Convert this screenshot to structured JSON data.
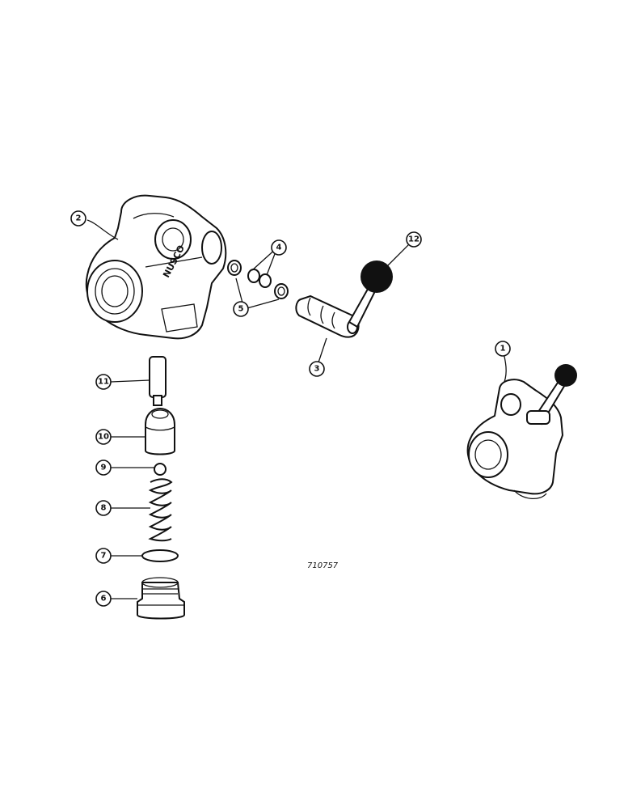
{
  "figure": {
    "number": "710757",
    "cast_text": "NUSCO",
    "callouts": [
      {
        "label": "1",
        "part": "complete valve assembly"
      },
      {
        "label": "2",
        "part": "valve body"
      },
      {
        "label": "3",
        "part": "spool and lever"
      },
      {
        "label": "4",
        "part": "o-rings"
      },
      {
        "label": "5",
        "part": "washers"
      },
      {
        "label": "6",
        "part": "plug"
      },
      {
        "label": "7",
        "part": "o-ring"
      },
      {
        "label": "8",
        "part": "spring"
      },
      {
        "label": "9",
        "part": "ball"
      },
      {
        "label": "10",
        "part": "seat"
      },
      {
        "label": "11",
        "part": "pin"
      },
      {
        "label": "12",
        "part": "knob"
      }
    ]
  }
}
